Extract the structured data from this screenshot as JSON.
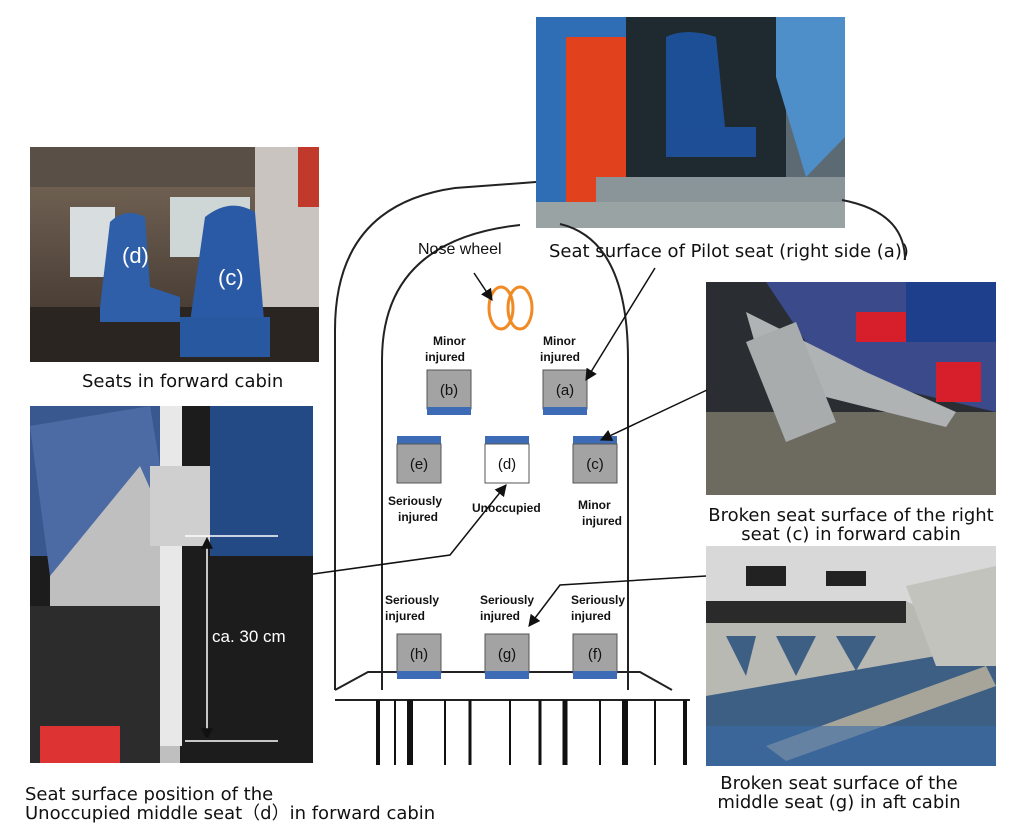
{
  "photos": {
    "forward_cabin": {
      "caption": "Seats in forward cabin",
      "labels": {
        "d": "(d)",
        "c": "(c)"
      }
    },
    "pilot_seat": {
      "caption": "Seat surface of Pilot seat (right side (a))"
    },
    "seat_d": {
      "caption_line1": "Seat surface position of the",
      "caption_line2": "Unoccupied middle seat（d）in forward cabin",
      "measurement": "ca. 30 cm"
    },
    "seat_c": {
      "caption_line1": "Broken seat surface of the right",
      "caption_line2": "seat (c) in forward cabin"
    },
    "seat_g": {
      "caption_line1": "Broken seat surface of the",
      "caption_line2": "middle seat (g) in aft cabin"
    }
  },
  "diagram": {
    "nose_wheel_label": "Nose wheel",
    "seats": {
      "a": {
        "label": "(a)",
        "status": [
          "Minor",
          "injured"
        ]
      },
      "b": {
        "label": "(b)",
        "status": [
          "Minor",
          "injured"
        ]
      },
      "c": {
        "label": "(c)",
        "status": [
          "Minor",
          "injured"
        ]
      },
      "d": {
        "label": "(d)",
        "status": [
          "Unoccupied"
        ]
      },
      "e": {
        "label": "(e)",
        "status": [
          "Seriously",
          "injured"
        ]
      },
      "f": {
        "label": "(f)",
        "status": [
          "Seriously",
          "injured"
        ]
      },
      "g": {
        "label": "(g)",
        "status": [
          "Seriously",
          "injured"
        ]
      },
      "h": {
        "label": "(h)",
        "status": [
          "Seriously",
          "injured"
        ]
      }
    },
    "colors": {
      "seat_fill": "#a3a3a3",
      "seat_back": "#3e6bb5",
      "nose_wheel": "#f08a24",
      "fuselage": "#222222"
    }
  }
}
